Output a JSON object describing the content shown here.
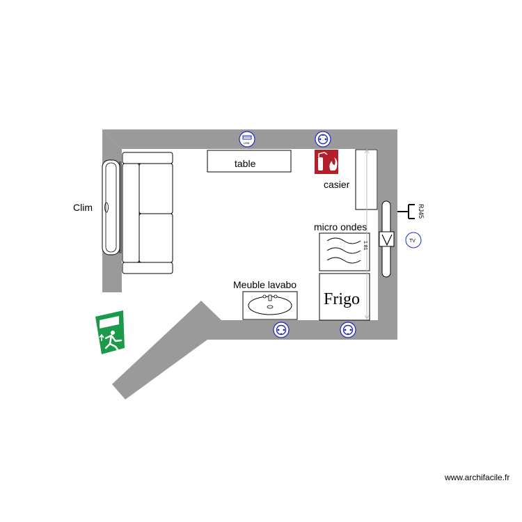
{
  "labels": {
    "clim": "Clim",
    "table": "table",
    "casier": "casier",
    "micro_ondes": "micro ondes",
    "frigo": "Frigo",
    "meuble_lavabo": "Meuble lavabo",
    "rj45": "RJ45",
    "tv": "TV",
    "usb": "USB",
    "dimension": "1.81",
    "watermark": "www.archifacile.fr"
  },
  "colors": {
    "wall": "#9a9a9a",
    "symbol_blue": "#1d28c8",
    "fire_red": "#b3202a",
    "exit_green": "#1a9a4a"
  },
  "icons": {
    "usb_outlet": "usb-outlet-icon",
    "power_outlet": "power-outlet-icon",
    "fire_extinguisher": "fire-extinguisher-icon",
    "emergency_exit": "emergency-exit-icon",
    "tv_outlet": "tv-outlet-icon",
    "rj45_outlet": "rj45-outlet-icon"
  }
}
